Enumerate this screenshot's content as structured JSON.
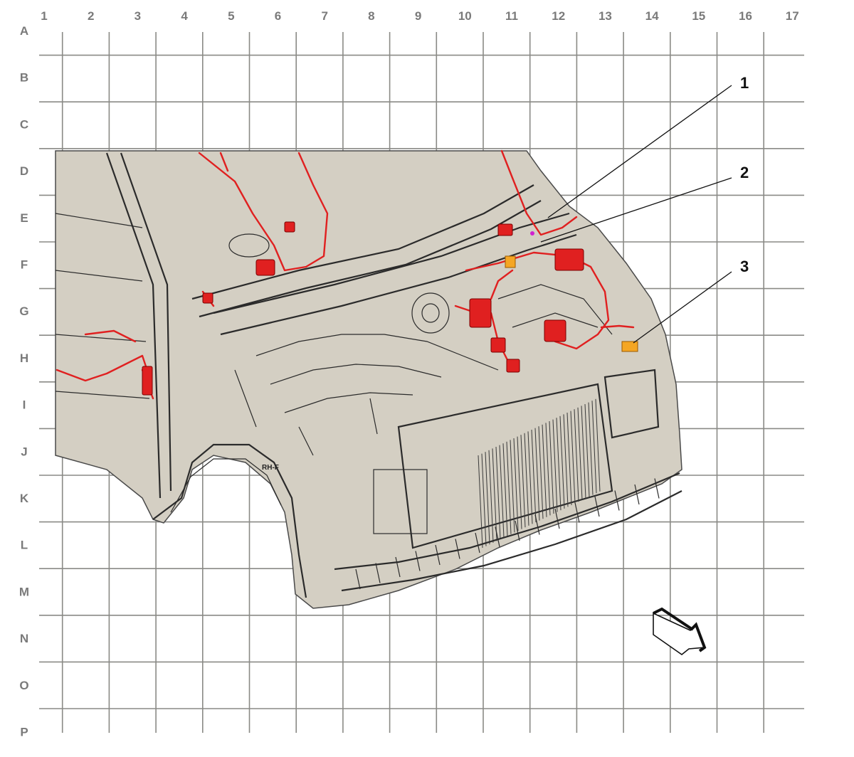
{
  "grid": {
    "columns": [
      "1",
      "2",
      "3",
      "4",
      "5",
      "6",
      "7",
      "8",
      "9",
      "10",
      "11",
      "12",
      "13",
      "14",
      "15",
      "16",
      "17"
    ],
    "rows": [
      "A",
      "B",
      "C",
      "D",
      "E",
      "F",
      "G",
      "H",
      "I",
      "J",
      "K",
      "L",
      "M",
      "N",
      "O",
      "P"
    ]
  },
  "callouts": [
    {
      "label": "1",
      "target": "connector"
    },
    {
      "label": "2",
      "target": "connector"
    },
    {
      "label": "3",
      "target": "connector"
    }
  ],
  "stamp_text": "RH-F",
  "colors": {
    "body_fill": "#d4cfc3",
    "harness": "#e02020",
    "highlight": "#f5a623",
    "grid": "#8a8a86"
  },
  "icons": {
    "direction_arrow": "forward-arrow-icon"
  }
}
